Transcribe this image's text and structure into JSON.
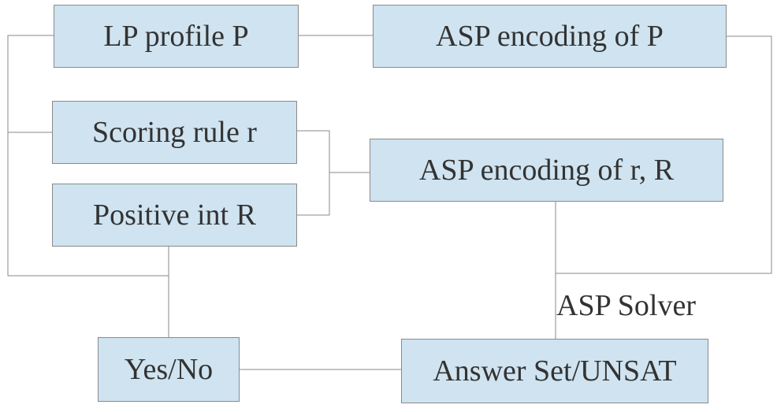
{
  "diagram": {
    "nodes": {
      "lp_profile": "LP profile P",
      "asp_encoding_p": "ASP encoding of P",
      "scoring_rule": "Scoring rule r",
      "positive_int": "Positive int R",
      "asp_encoding_rR": "ASP encoding of r, R",
      "yes_no": "Yes/No",
      "answer_set": "Answer Set/UNSAT"
    },
    "solver_label": "ASP Solver",
    "colors": {
      "box_fill": "#cfe3f0",
      "box_border": "#8a8a8a",
      "line": "#8a8a8a",
      "text": "#333333"
    }
  }
}
